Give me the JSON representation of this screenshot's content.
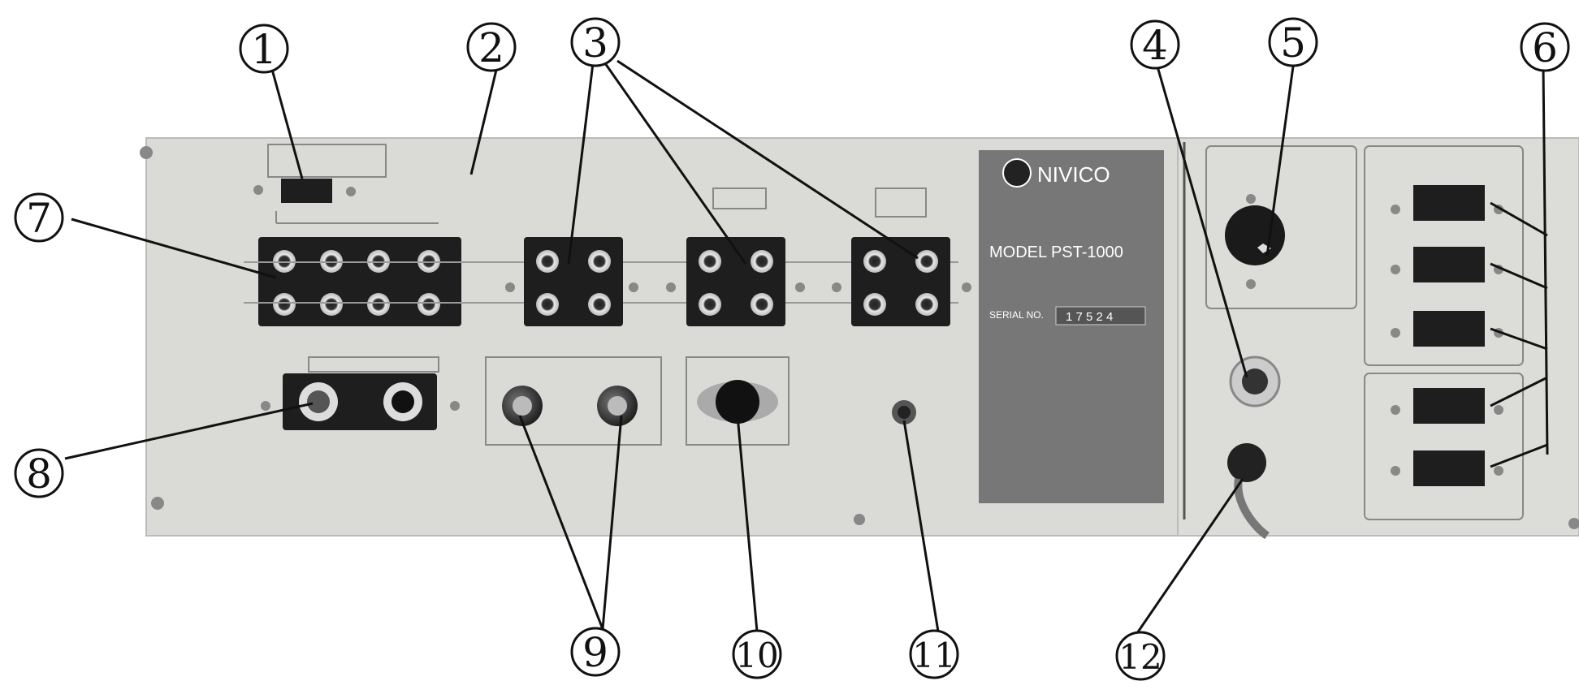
{
  "callouts": [
    {
      "id": "1",
      "label": "1"
    },
    {
      "id": "2",
      "label": "2"
    },
    {
      "id": "3",
      "label": "3"
    },
    {
      "id": "4",
      "label": "4"
    },
    {
      "id": "5",
      "label": "5"
    },
    {
      "id": "6",
      "label": "6"
    },
    {
      "id": "7",
      "label": "7"
    },
    {
      "id": "8",
      "label": "8"
    },
    {
      "id": "9",
      "label": "9"
    },
    {
      "id": "10",
      "label": "10"
    },
    {
      "id": "11",
      "label": "11"
    },
    {
      "id": "12",
      "label": "12"
    }
  ],
  "nameplate": {
    "brand": "NIVICO",
    "model": "MODEL PST-1000",
    "serial_label": "SERIAL NO.",
    "serial": "1 7 5 2 4"
  },
  "colors": {
    "panel": "#dadad6",
    "jack_block": "#1e1e1e",
    "nameplate": "#777777",
    "ink": "#111111"
  }
}
